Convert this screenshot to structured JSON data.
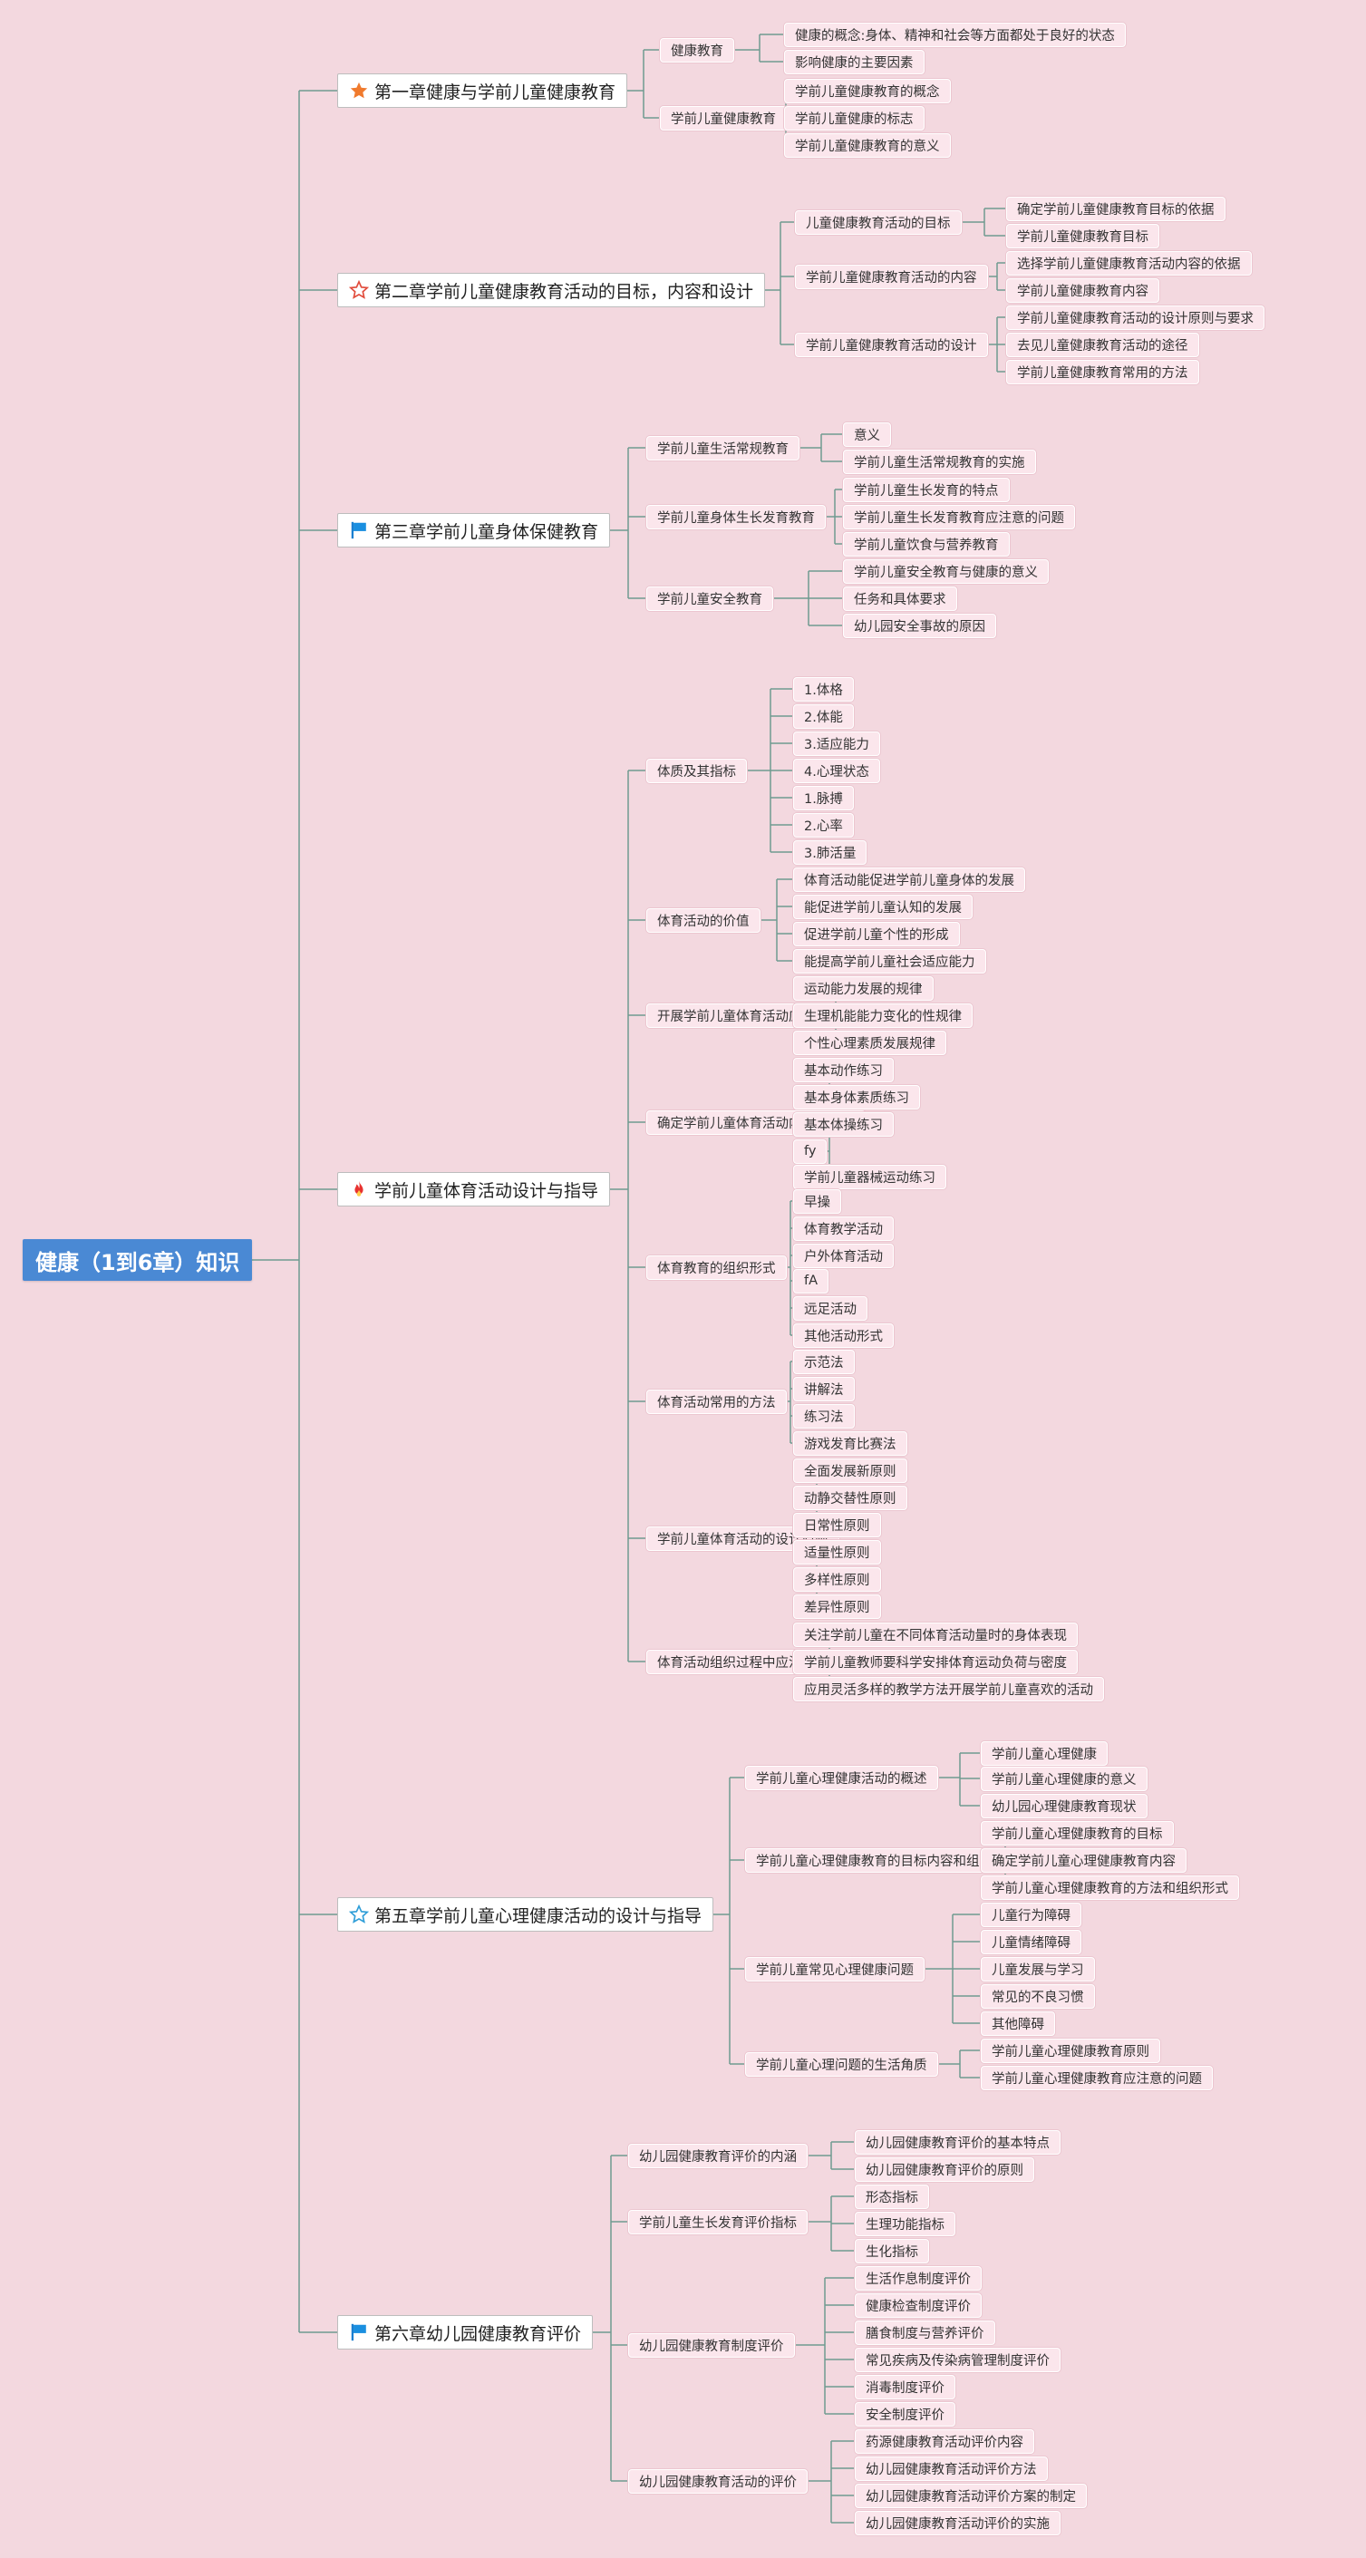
{
  "root": {
    "label": "健康（1到6章）知识"
  },
  "colors": {
    "background": "#f3d8df",
    "root": "#4a89d4",
    "edge": "#6f9a90",
    "node": "#fbe6ec"
  },
  "chapters": [
    {
      "label": "第一章健康与学前儿童健康教育",
      "icon": "orange-star-icon",
      "subs": [
        {
          "label": "健康教育",
          "leaves": [
            "健康的概念:身体、精神和社会等方面都处于良好的状态",
            "影响健康的主要因素"
          ]
        },
        {
          "label": "学前儿童健康教育",
          "leaves": [
            "学前儿童健康教育的概念",
            "学前儿童健康的标志",
            "学前儿童健康教育的意义"
          ]
        }
      ]
    },
    {
      "label": "第二章学前儿童健康教育活动的目标，内容和设计",
      "icon": "red-star-outline-icon",
      "subs": [
        {
          "label": "儿童健康教育活动的目标",
          "leaves": [
            "确定学前儿童健康教育目标的依据",
            "学前儿童健康教育目标"
          ]
        },
        {
          "label": "学前儿童健康教育活动的内容",
          "leaves": [
            "选择学前儿童健康教育活动内容的依据",
            "学前儿童健康教育内容"
          ]
        },
        {
          "label": "学前儿童健康教育活动的设计",
          "leaves": [
            "学前儿童健康教育活动的设计原则与要求",
            "去见儿童健康教育活动的途径",
            "学前儿童健康教育常用的方法"
          ]
        }
      ]
    },
    {
      "label": "第三章学前儿童身体保健教育",
      "icon": "blue-flag-icon",
      "subs": [
        {
          "label": "学前儿童生活常规教育",
          "leaves": [
            "意义",
            "学前儿童生活常规教育的实施"
          ]
        },
        {
          "label": "学前儿童身体生长发育教育",
          "leaves": [
            "学前儿童生长发育的特点",
            "学前儿童生长发育教育应注意的问题",
            "学前儿童饮食与营养教育"
          ]
        },
        {
          "label": "学前儿童安全教育",
          "leaves": [
            "学前儿童安全教育与健康的意义",
            "任务和具体要求",
            "幼儿园安全事故的原因"
          ]
        }
      ]
    },
    {
      "label": "学前儿童体育活动设计与指导",
      "icon": "fire-icon",
      "subs": [
        {
          "label": "体质及其指标",
          "leaves": [
            "1.体格",
            "2.体能",
            "3.适应能力",
            "4.心理状态",
            "1.脉搏",
            "2.心率",
            "3.肺活量"
          ]
        },
        {
          "label": "体育活动的价值",
          "leaves": [
            "体育活动能促进学前儿童身体的发展",
            "能促进学前儿童认知的发展",
            "促进学前儿童个性的形成",
            "能提高学前儿童社会适应能力"
          ]
        },
        {
          "label": "开展学前儿童体育活动应遵循的规律",
          "leaves": [
            "运动能力发展的规律",
            "生理机能能力变化的性规律",
            "个性心理素质发展规律"
          ]
        },
        {
          "label": "确定学前儿童体育活动内容的依据",
          "leaves": [
            "基本动作练习",
            "基本身体素质练习",
            "基本体操练习",
            "fy",
            "学前儿童器械运动练习"
          ]
        },
        {
          "label": "体育教育的组织形式",
          "leaves": [
            "早操",
            "体育教学活动",
            "户外体育活动",
            "fA",
            "远足活动",
            "其他活动形式"
          ]
        },
        {
          "label": "体育活动常用的方法",
          "leaves": [
            "示范法",
            "讲解法",
            "练习法",
            "游戏发育比赛法"
          ]
        },
        {
          "label": "学前儿童体育活动的设计原则",
          "leaves": [
            "全面发展新原则",
            "动静交替性原则",
            "日常性原则",
            "适量性原则",
            "多样性原则",
            "差异性原则"
          ]
        },
        {
          "label": "体育活动组织过程中应注意的问题",
          "leaves": [
            "关注学前儿童在不同体育活动量时的身体表现",
            "学前儿童教师要科学安排体育运动负荷与密度",
            "应用灵活多样的教学方法开展学前儿童喜欢的活动"
          ]
        }
      ]
    },
    {
      "label": "第五章学前儿童心理健康活动的设计与指导",
      "icon": "blue-star-outline-icon",
      "subs": [
        {
          "label": "学前儿童心理健康活动的概述",
          "leaves": [
            "学前儿童心理健康",
            "学前儿童心理健康的意义",
            "幼儿园心理健康教育现状"
          ]
        },
        {
          "label": "学前儿童心理健康教育的目标内容和组织形式",
          "leaves": [
            "学前儿童心理健康教育的目标",
            "确定学前儿童心理健康教育内容",
            "学前儿童心理健康教育的方法和组织形式"
          ]
        },
        {
          "label": "学前儿童常见心理健康问题",
          "leaves": [
            "儿童行为障碍",
            "儿童情绪障碍",
            "儿童发展与学习",
            "常见的不良习惯",
            "其他障碍"
          ]
        },
        {
          "label": "学前儿童心理问题的生活角质",
          "leaves": [
            "学前儿童心理健康教育原则",
            "学前儿童心理健康教育应注意的问题"
          ]
        }
      ]
    },
    {
      "label": "第六章幼儿园健康教育评价",
      "icon": "blue-flag-icon",
      "subs": [
        {
          "label": "幼儿园健康教育评价的内涵",
          "leaves": [
            "幼儿园健康教育评价的基本特点",
            "幼儿园健康教育评价的原则"
          ]
        },
        {
          "label": "学前儿童生长发育评价指标",
          "leaves": [
            "形态指标",
            "生理功能指标",
            "生化指标"
          ]
        },
        {
          "label": "幼儿园健康教育制度评价",
          "leaves": [
            "生活作息制度评价",
            "健康检查制度评价",
            "膳食制度与营养评价",
            "常见疾病及传染病管理制度评价",
            "消毒制度评价",
            "安全制度评价"
          ]
        },
        {
          "label": "幼儿园健康教育活动的评价",
          "leaves": [
            "药源健康教育活动评价内容",
            "幼儿园健康教育活动评价方法",
            "幼儿园健康教育活动评价方案的制定",
            "幼儿园健康教育活动评价的实施"
          ]
        }
      ]
    }
  ]
}
